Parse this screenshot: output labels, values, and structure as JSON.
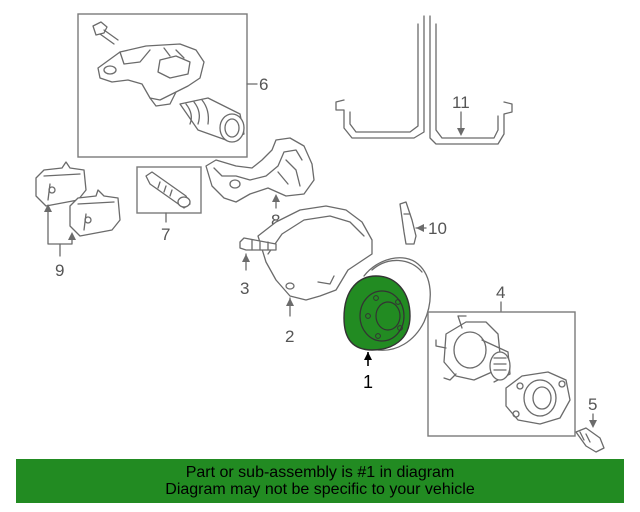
{
  "colors": {
    "highlight_part": "#228b22",
    "banner_background": "#228b22",
    "line_art": "#6b6b6b"
  },
  "callouts": {
    "c1": "1",
    "c2": "2",
    "c3": "3",
    "c4": "4",
    "c5": "5",
    "c6": "6",
    "c7": "7",
    "c8": "8",
    "c9": "9",
    "c10": "10",
    "c11": "11"
  },
  "highlighted_part": "1",
  "banner": {
    "line1": "Part or sub-assembly is #1 in diagram",
    "line2": "Diagram may not be specific to your vehicle"
  }
}
